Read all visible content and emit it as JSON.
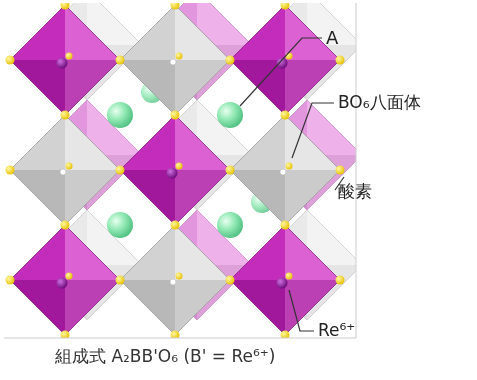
{
  "diagram": {
    "caption": "組成式 A₂BB'O₆ (B' = Re⁶⁺)",
    "labels": [
      "A",
      "BO₆八面体",
      "酸素",
      "Re⁶⁺"
    ]
  }
}
